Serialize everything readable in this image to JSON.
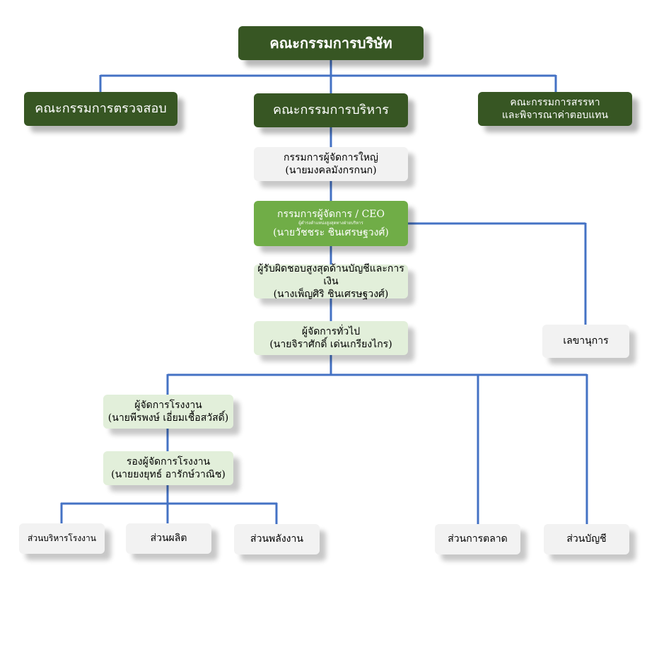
{
  "board": "คณะกรรมการบริษัท",
  "audit": "คณะกรรมการตรวจสอบ",
  "executive": "คณะกรรมการบริหาร",
  "nomination": {
    "line1": "คณะกรรมการสรรหา",
    "line2": "และพิจารณาค่าตอบแทน"
  },
  "managing_director": {
    "title": "กรรมการผู้จัดการใหญ่",
    "name": "(นายมงคลมังกรกนก)"
  },
  "ceo": {
    "title": "กรรมการผู้จัดการ / CEO",
    "subtitle": "ผู้ดำรงตำแหน่งสูงสุดทางฝ่ายบริหาร",
    "name": "(นายวัชชระ ชินเศรษฐวงศ์)"
  },
  "cfo": {
    "title": "ผู้รับผิดชอบสูงสุดด้านบัญชีและการเงิน",
    "name": "(นางเพ็ญศิริ ชินเศรษฐวงศ์)"
  },
  "general_manager": {
    "title": "ผู้จัดการทั่วไป",
    "name": "(นายจิราศักดิ์ เด่นเกรียงไกร)"
  },
  "secretary": "เลขานุการ",
  "plant_manager": {
    "title": "ผู้จัดการโรงงาน",
    "name": "(นายพีรพงษ์ เอี่ยมเชื้อสวัสดิ์)"
  },
  "deputy_plant_manager": {
    "title": "รองผู้จัดการโรงงาน",
    "name": "(นายยงยุทธ์ อารักษ์วาณิช)"
  },
  "departments": {
    "plant_admin": "ส่วนบริหารโรงงาน",
    "production": "ส่วนผลิต",
    "energy": "ส่วนพลังงาน",
    "marketing": "ส่วนการตลาด",
    "accounting": "ส่วนบัญชี"
  },
  "colors": {
    "dark_green": "#375623",
    "mid_green": "#70ad47",
    "light_green": "#e2efda",
    "grey": "#f2f2f2",
    "connector": "#4472c4"
  }
}
